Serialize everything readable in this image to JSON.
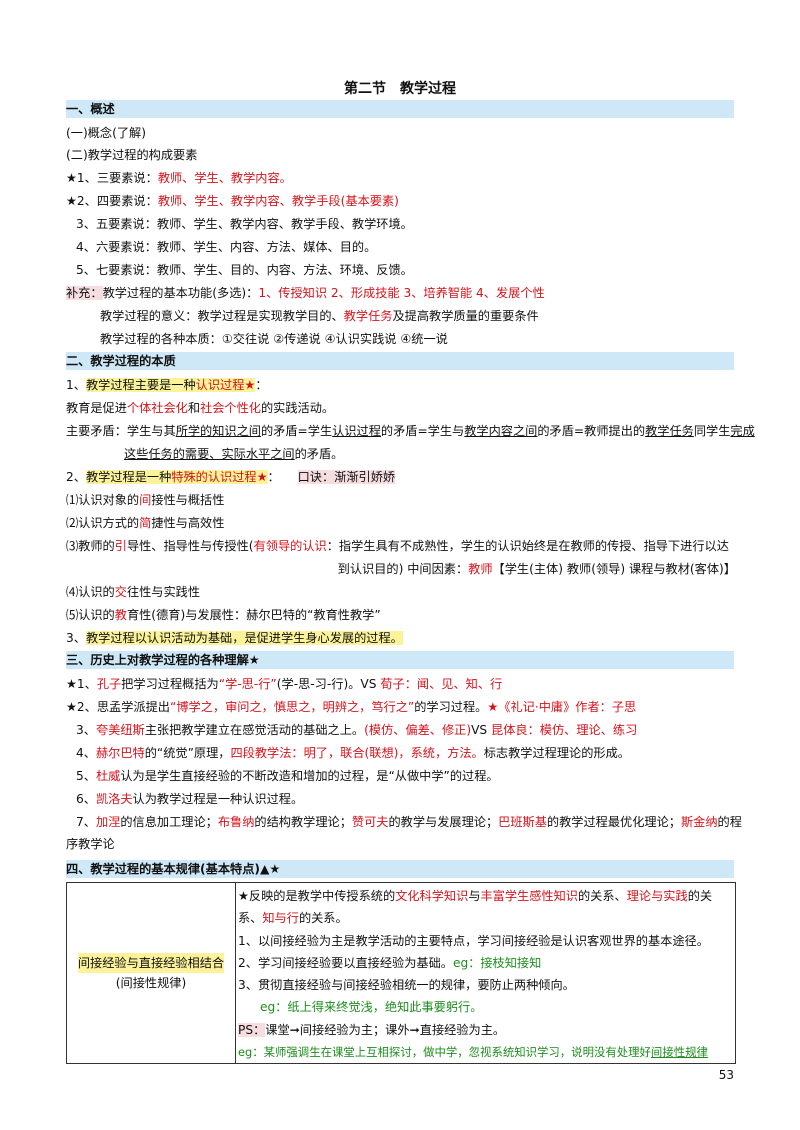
{
  "page_title": "第二节　教学过程",
  "s1": {
    "heading": "一、概述",
    "concept": "(一)概念(了解)",
    "elements_head": "(二)教学过程的构成要素",
    "e1_pre": "★1、三要素说：",
    "e1_val": "教师、学生、教学内容。",
    "e2_pre": "★2、四要素说：",
    "e2_val": "教师、学生、教学内容、教学手段(基本要素)",
    "e3": "3、五要素说：教师、学生、教学内容、教学手段、教学环境。",
    "e4": "4、六要素说：教师、学生、内容、方法、媒体、目的。",
    "e5": "5、七要素说：教师、学生、目的、内容、方法、环境、反馈。",
    "supp_tag": "补充：",
    "supp_pre": "教学过程的基本功能(多选)：",
    "supp_val": "1、传授知识 2、形成技能 3、培养智能 4、发展个性",
    "sig_pre": "教学过程的意义：教学过程是实现教学目的、",
    "sig_red": "教学任务",
    "sig_post": "及提高教学质量的重要条件",
    "nature": "教学过程的各种本质：①交往说 ②传递说 ④认识实践说 ④统一说"
  },
  "s2": {
    "heading": "二、教学过程的本质",
    "p1_num": "1、",
    "p1_hl": "教学过程主要是一种",
    "p1_red": "认识过程★",
    "p1_end": "：",
    "p1b_a": "教育是促进",
    "p1b_r1": "个体社会化",
    "p1b_b": "和",
    "p1b_r2": "社会个性化",
    "p1b_c": "的实践活动。",
    "contra_a": "主要矛盾：学生与其",
    "contra_u1": "所学的知识之间",
    "contra_b": "的矛盾=学生",
    "contra_u2": "认识过程",
    "contra_c": "的矛盾=学生与",
    "contra_u3": "教学内容之间",
    "contra_d": "的矛盾=教师提出的",
    "contra_u4": "教学任务",
    "contra_e": "同学生",
    "contra_u5": "完成",
    "contra2_u": "这些任务的需要、实际水平之间",
    "contra2_e": "的矛盾。",
    "p2_num": "2、",
    "p2_hl": "教学过程是一种",
    "p2_red": "特殊的认识过程★",
    "p2_end": "：",
    "p2_tip": "口诀：渐渐引娇娇",
    "t1_a": "⑴认识对象的",
    "t1_r": "间",
    "t1_b": "接性与概括性",
    "t2_a": "⑵认识方式的",
    "t2_r": "简",
    "t2_b": "捷性与高效性",
    "t3_a": "⑶教师的",
    "t3_r": "引",
    "t3_b": "导性、指导性与传授性(",
    "t3_r2": "有领导的认识",
    "t3_c": "：指学生具有不成熟性，学生的认识始终是在教师的传授、指导下进行以达",
    "t3_line2_a": "到认识目的) 中间因素：",
    "t3_line2_r": "教师",
    "t3_line2_b": "【学生(主体) 教师(领导) 课程与教材(客体)】",
    "t4_a": "⑷认识的",
    "t4_r": "交",
    "t4_b": "往性与实践性",
    "t5_a": "⑸认识的",
    "t5_r": "教",
    "t5_b": "育性(德育)与发展性：赫尔巴特的“教育性教学”",
    "p3_num": "3、",
    "p3_hl": "教学过程以认识活动为基础，是促进学生身心发展的过程。"
  },
  "s3": {
    "heading": "三、历史上对教学过程的各种理解★",
    "h1_a": "★1、",
    "h1_r1": "孔子",
    "h1_b": "把学习过程概括为",
    "h1_r2": "“学-思-行”",
    "h1_c": "(学-思-习-行)。VS ",
    "h1_r3": "荀子：闻、见、知、行",
    "h2_a": "★2、思孟学派提出",
    "h2_r1": "“博学之，审问之，慎思之，明辨之，笃行之”",
    "h2_b": "的学习过程。",
    "h2_r2": "★《礼记·中庸》作者：子思",
    "h3_a": "3、",
    "h3_r1": "夸美纽斯",
    "h3_b": "主张把教学建立在感觉活动的基础之上。",
    "h3_r2": "(模仿、偏差、修正)",
    "h3_c": "VS ",
    "h3_r3": "昆体良：模仿、理论、练习",
    "h4_a": "4、",
    "h4_r1": "赫尔巴特",
    "h4_b": "的“统觉”原理，",
    "h4_r2": "四段教学法：明了，联合(联想)，系统，方法。",
    "h4_c": "标志教学过程理论的形成。",
    "h5_a": "5、",
    "h5_r": "杜威",
    "h5_b": "认为是学生直接经验的不断改造和增加的过程，是“从做中学”的过程。",
    "h6_a": "6、",
    "h6_r": "凯洛夫",
    "h6_b": "认为教学过程是一种认识过程。",
    "h7_a": "7、",
    "h7_r1": "加涅",
    "h7_b": "的信息加工理论；",
    "h7_r2": "布鲁纳",
    "h7_c": "的结构教学理论；",
    "h7_r3": "赞可夫",
    "h7_d": "的教学与发展理论；",
    "h7_r4": "巴班斯基",
    "h7_e": "的教学过程最优化理论；",
    "h7_r5": "斯金纳",
    "h7_f": "的程",
    "h7_line2": "序教学论"
  },
  "s4": {
    "heading": "四、教学过程的基本规律(基本特点)▲★",
    "rule_name": "间接经验与直接经验相结合",
    "rule_sub": "(间接性规律)",
    "r1_a": "★反映的是教学中传授系统的",
    "r1_r1": "文化科学知识",
    "r1_b": "与",
    "r1_r2": "丰富学生感性知识",
    "r1_c": "的关系、",
    "r1_r3": "理论与实践",
    "r1_d": "的关系、",
    "r1_r4": "知与行",
    "r1_e": "的关系。",
    "r2": "1、以间接经验为主是教学活动的主要特点，学习间接经验是认识客观世界的基本途径。",
    "r3_a": "2、学习间接经验要以直接经验为基础。",
    "r3_g": "eg：接枝知接知",
    "r4": "3、贯彻直接经验与间接经验相统一的规律，要防止两种倾向。",
    "r5_g": "eg：纸上得来终觉浅，绝知此事要躬行。",
    "r6_tag": "PS：",
    "r6_b": "课堂➞间接经验为主；课外➞直接经验为主。",
    "r7_a": "eg：某师强调生在课堂上互相探讨，做中学，忽视系统知识学习，说明没有处理好",
    "r7_u": "间接性规律"
  },
  "page_number": "53",
  "colors": {
    "red": "#d4141c",
    "green": "#1e8c1e",
    "section_bg": "#cfe8f7",
    "highlight": "#fbf29a",
    "pink": "#f6dde0"
  }
}
